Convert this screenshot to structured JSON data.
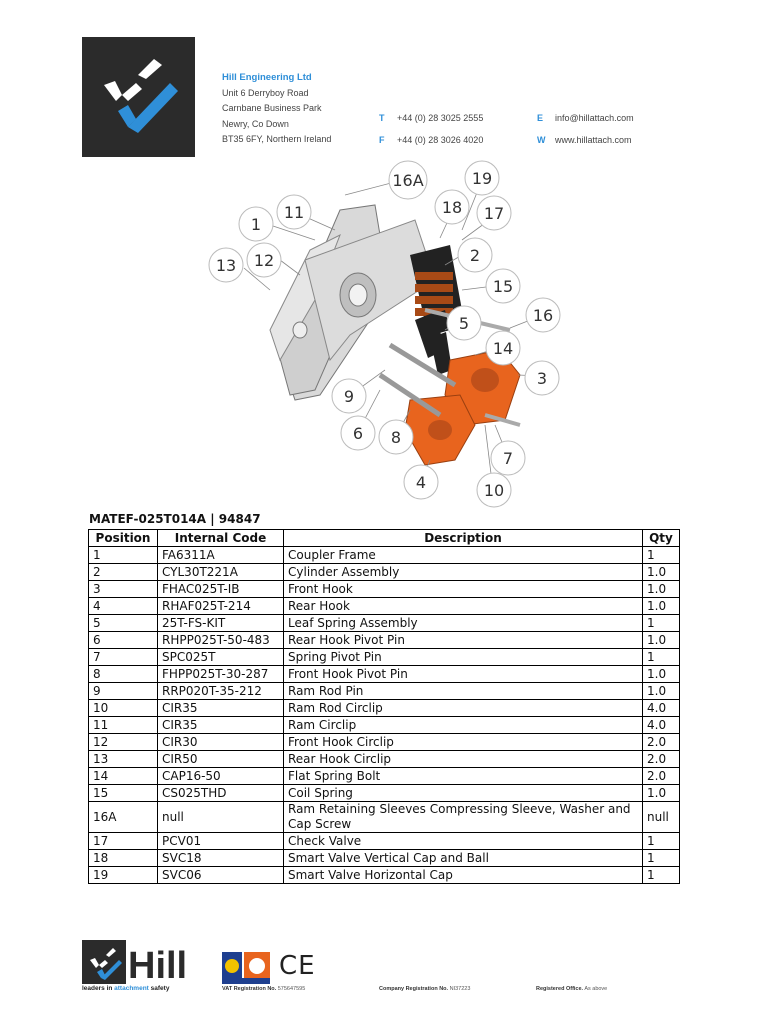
{
  "header": {
    "company_name": "Hill Engineering Ltd",
    "address": [
      "Unit 6 Derryboy Road",
      "Carnbane Business Park",
      "Newry, Co Down",
      "BT35 6FY, Northern Ireland"
    ],
    "contacts": [
      {
        "key": "T",
        "value": "+44 (0) 28 3025 2555"
      },
      {
        "key": "F",
        "value": "+44 (0) 28 3026 4020"
      },
      {
        "key": "E",
        "value": "info@hillattach.com"
      },
      {
        "key": "W",
        "value": "www.hillattach.com"
      }
    ]
  },
  "diagram": {
    "callouts": [
      "1",
      "2",
      "3",
      "4",
      "5",
      "6",
      "7",
      "8",
      "9",
      "10",
      "11",
      "12",
      "13",
      "14",
      "15",
      "16",
      "16A",
      "17",
      "18",
      "19"
    ]
  },
  "document": {
    "reference": "MATEF-025T014A | 94847"
  },
  "table": {
    "headers": [
      "Position",
      "Internal Code",
      "Description",
      "Qty"
    ],
    "rows": [
      [
        "1",
        "FA6311A",
        "Coupler Frame",
        "1"
      ],
      [
        "2",
        "CYL30T221A",
        "Cylinder Assembly",
        "1.0"
      ],
      [
        "3",
        "FHAC025T-IB",
        "Front Hook",
        "1.0"
      ],
      [
        "4",
        "RHAF025T-214",
        "Rear Hook",
        "1.0"
      ],
      [
        "5",
        "25T-FS-KIT",
        "Leaf Spring Assembly",
        "1"
      ],
      [
        "6",
        "RHPP025T-50-483",
        "Rear Hook Pivot Pin",
        "1.0"
      ],
      [
        "7",
        "SPC025T",
        "Spring Pivot Pin",
        "1"
      ],
      [
        "8",
        "FHPP025T-30-287",
        "Front Hook Pivot Pin",
        "1.0"
      ],
      [
        "9",
        "RRP020T-35-212",
        "Ram Rod Pin",
        "1.0"
      ],
      [
        "10",
        "CIR35",
        "Ram Rod Circlip",
        "4.0"
      ],
      [
        "11",
        "CIR35",
        "Ram Circlip",
        "4.0"
      ],
      [
        "12",
        "CIR30",
        "Front Hook Circlip",
        "2.0"
      ],
      [
        "13",
        "CIR50",
        "Rear Hook Circlip",
        "2.0"
      ],
      [
        "14",
        "CAP16-50",
        "Flat Spring Bolt",
        "2.0"
      ],
      [
        "15",
        "CS025THD",
        "Coil Spring",
        "1.0"
      ],
      [
        "16A",
        "null",
        "Ram Retaining Sleeves Compressing Sleeve, Washer and Cap Screw",
        "null"
      ],
      [
        "17",
        "PCV01",
        "Check Valve",
        "1"
      ],
      [
        "18",
        "SVC18",
        "Smart Valve Vertical Cap and Ball",
        "1"
      ],
      [
        "19",
        "SVC06",
        "Smart Valve Horizontal Cap",
        "1"
      ]
    ]
  },
  "footer": {
    "logo_text": "Hill",
    "tagline_prefix": "leaders in ",
    "tagline_highlight": "attachment",
    "tagline_suffix": " safety",
    "ce_mark": "CE",
    "vat_label": "VAT Registration No.",
    "vat_value": "575647595",
    "company_reg_label": "Company Registration No.",
    "company_reg_value": "NI37223",
    "registered_office_label": "Registered Office.",
    "registered_office_value": "As above"
  },
  "colors": {
    "brand_blue": "#2f8fd8",
    "logo_dark": "#2b2b2b",
    "part_orange": "#e8641e"
  }
}
